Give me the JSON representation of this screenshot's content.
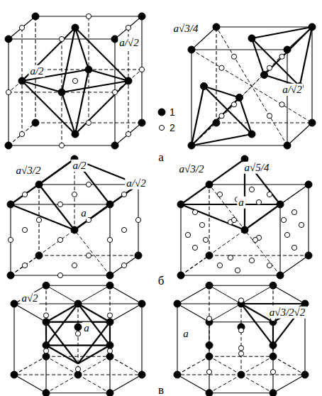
{
  "diagram": {
    "labels": [
      "a/2",
      "a/√2",
      "a√3/4",
      "a/√2",
      "а",
      "a√3/2",
      "a/2",
      "a/√2",
      "a",
      "a√3/2",
      "a√5/4",
      "a",
      "б",
      "a√2",
      "a",
      "a",
      "a√3/2√2",
      "в"
    ],
    "legend": [
      {
        "text": "1"
      },
      {
        "text": "2"
      }
    ]
  }
}
